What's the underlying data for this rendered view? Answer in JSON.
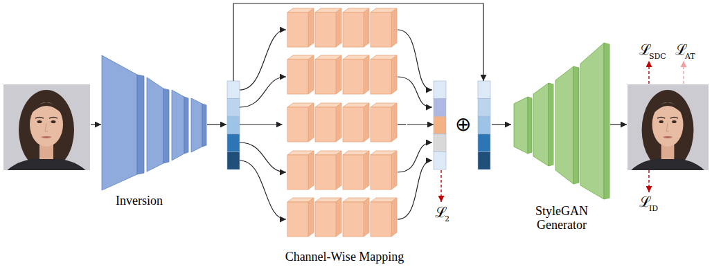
{
  "diagram": {
    "nodes": [
      {
        "text": [
          "Inversion"
        ]
      },
      {
        "text": [
          "Channel-Wise Mapping"
        ]
      },
      {
        "text": [
          "⊕"
        ]
      },
      {
        "text": [
          "StyleGAN Generator"
        ]
      }
    ],
    "edges": [
      {
        "from": 0,
        "to": 1,
        "arrow": "to"
      },
      {
        "from": 0,
        "to": 2,
        "arrow": "to"
      },
      {
        "from": 1,
        "to": 2,
        "arrow": "to"
      },
      {
        "from": 2,
        "to": 3,
        "arrow": "to"
      }
    ],
    "labels": [
      "ℒ",
      "2",
      "ℒ",
      "SDC",
      "ℒ",
      "AT",
      "ℒ",
      "ID"
    ]
  }
}
